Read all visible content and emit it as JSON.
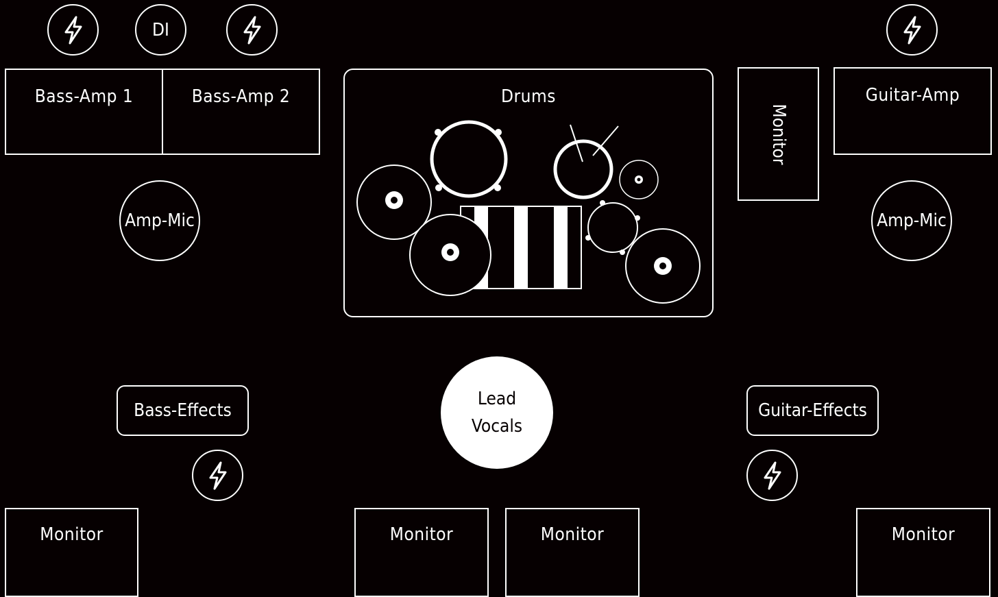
{
  "stage": {
    "di_label": "DI",
    "bass_amp_1": "Bass-Amp 1",
    "bass_amp_2": "Bass-Amp 2",
    "drums": "Drums",
    "monitor_side": "Monitor",
    "guitar_amp": "Guitar-Amp",
    "amp_mic_left": "Amp-Mic",
    "amp_mic_right": "Amp-Mic",
    "bass_effects": "Bass-Effects",
    "guitar_effects": "Guitar-Effects",
    "lead_vocals_line1": "Lead",
    "lead_vocals_line2": "Vocals",
    "monitors": [
      "Monitor",
      "Monitor",
      "Monitor",
      "Monitor"
    ]
  },
  "icons": {
    "power": "lightning-bolt-icon"
  },
  "colors": {
    "background": "#060001",
    "foreground": "#ffffff"
  }
}
